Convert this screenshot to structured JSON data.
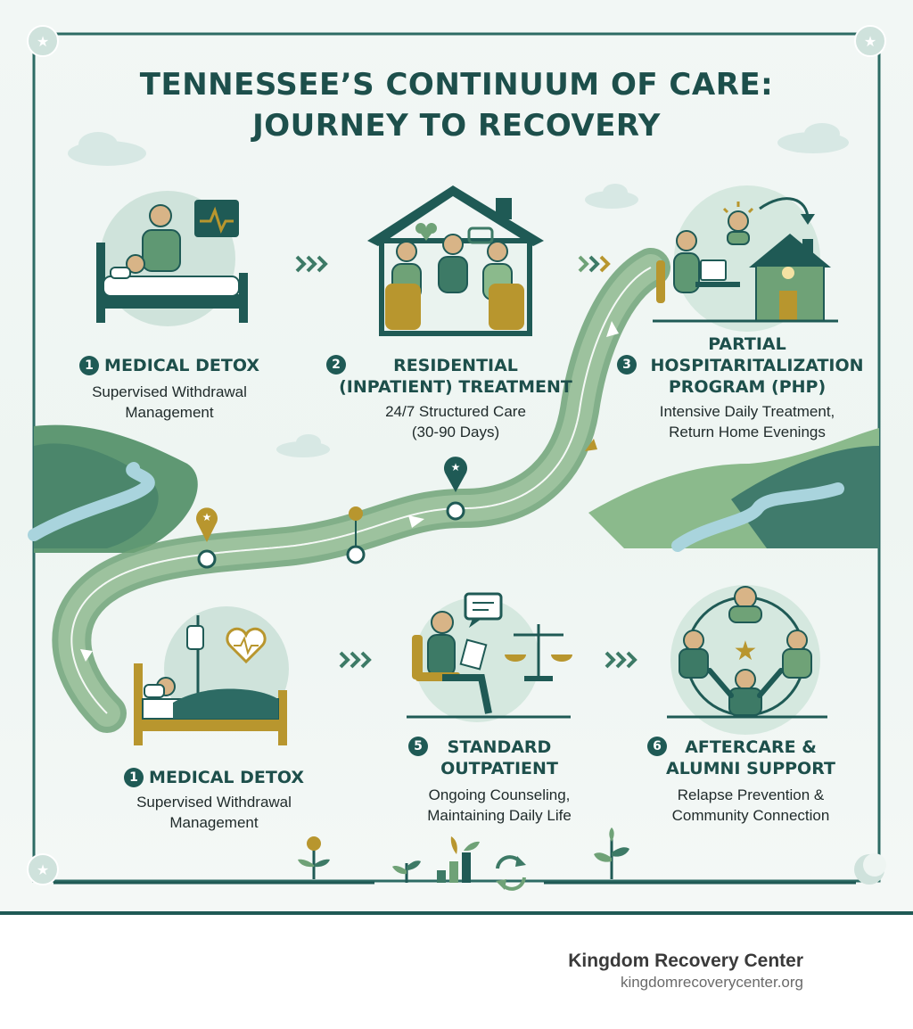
{
  "title": {
    "line1": "TENNESSEE’S CONTINUUM OF CARE:",
    "line2": "JOURNEY TO RECOVERY"
  },
  "steps": [
    {
      "number": "1",
      "title": "MEDICAL DETOX",
      "desc1": "Supervised Withdrawal",
      "desc2": "Management"
    },
    {
      "number": "2",
      "title1": "RESIDENTIAL",
      "title2": "(INPATIENT) TREATMENT",
      "desc1": "24/7 Structured Care",
      "desc2": "(30-90 Days)"
    },
    {
      "number": "3",
      "title1": "PARTIAL",
      "title2": "HOSPITARITALIZATION",
      "title3": "PROGRAM (PHP)",
      "desc1": "Intensive Daily Treatment,",
      "desc2": "Return Home Evenings"
    },
    {
      "number": "1",
      "title": "MEDICAL DETOX",
      "desc1": "Supervised Withdrawal",
      "desc2": "Management"
    },
    {
      "number": "5",
      "title1": "STANDARD",
      "title2": "OUTPATIENT",
      "desc1": "Ongoing Counseling,",
      "desc2": "Maintaining Daily Life"
    },
    {
      "number": "6",
      "title1": "AFTERCARE &",
      "title2": "ALUMNI SUPPORT",
      "desc1": "Relapse Prevention &",
      "desc2": "Community Connection"
    }
  ],
  "footer": {
    "name": "Kingdom Recovery Center",
    "url": "kingdomrecoverycenter.org"
  },
  "colors": {
    "dark_teal": "#1f5a55",
    "mid_green": "#6fa277",
    "light_green": "#a8cba6",
    "gold": "#b8962e",
    "river": "#a9d4dd"
  }
}
